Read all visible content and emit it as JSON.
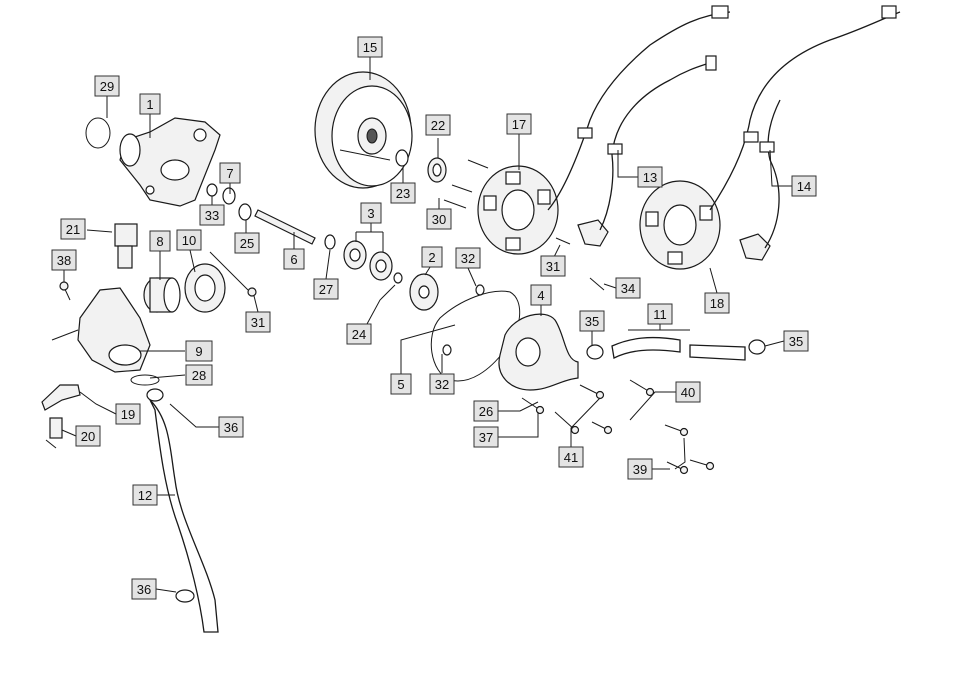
{
  "diagram": {
    "callouts": [
      "1",
      "2",
      "3",
      "4",
      "5",
      "6",
      "7",
      "8",
      "9",
      "10",
      "11",
      "12",
      "13",
      "14",
      "15",
      "17",
      "18",
      "19",
      "20",
      "21",
      "22",
      "23",
      "24",
      "25",
      "26",
      "27",
      "28",
      "29",
      "30",
      "31",
      "32",
      "33",
      "34",
      "35",
      "36",
      "37",
      "38",
      "39",
      "40",
      "41"
    ]
  }
}
